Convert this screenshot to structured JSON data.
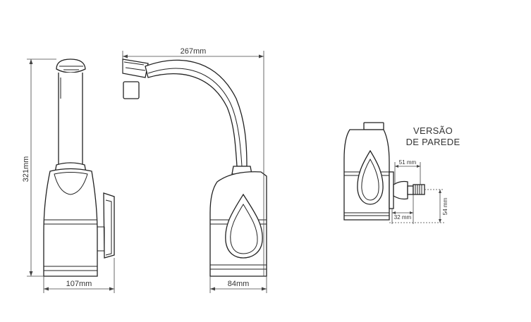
{
  "dimensions": {
    "height_total": "321mm",
    "width_base_side": "107mm",
    "spout_reach": "267mm",
    "width_base_front": "84mm",
    "wall_offset": "51 mm",
    "wall_depth": "32 mm",
    "wall_height": "54 mm"
  },
  "wall_version": {
    "title_line1": "VERSÃO",
    "title_line2": "DE PAREDE"
  },
  "colors": {
    "line": "#222222",
    "dimension": "#444444",
    "text": "#333333",
    "background": "#ffffff"
  }
}
